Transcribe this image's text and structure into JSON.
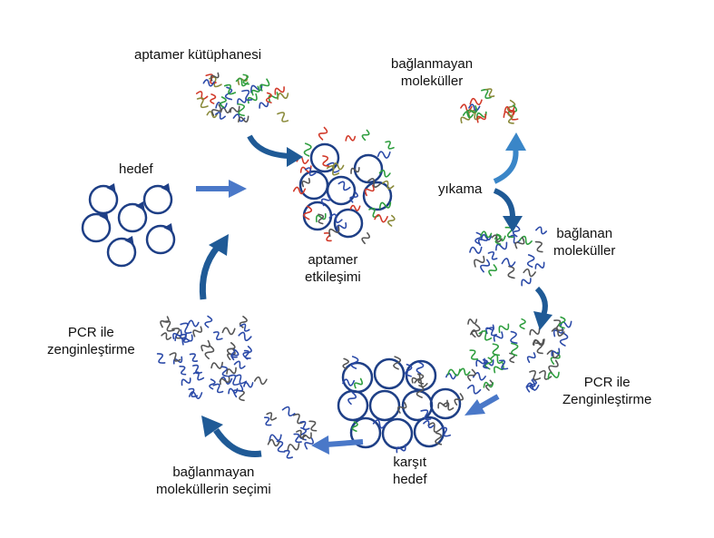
{
  "labels": {
    "aptamer_library": "aptamer kütüphanesi",
    "unbound_top_line1": "bağlanmayan",
    "unbound_top_line2": "moleküller",
    "target": "hedef",
    "interaction_line1": "aptamer",
    "interaction_line2": "etkileşimi",
    "wash": "yıkama",
    "bound_line1": "bağlanan",
    "bound_line2": "moleküller",
    "pcr_right_line1": "PCR ile",
    "pcr_right_line2": "Zenginleştirme",
    "counter_target_line1": "karşıt",
    "counter_target_line2": "hedef",
    "unbound_selection_line1": "bağlanmayan",
    "unbound_selection_line2": "moleküllerin seçimi",
    "pcr_left_line1": "PCR ile",
    "pcr_left_line2": "zenginleştirme"
  },
  "colors": {
    "arrow_dark": "#1f5a96",
    "arrow_light": "#4a78c8",
    "circle_stroke": "#1e3f86",
    "aptamer_blue": "#2b4aa8",
    "aptamer_green": "#2e9e3e",
    "aptamer_red": "#d23a2a",
    "aptamer_olive": "#8a8a3a",
    "aptamer_gray": "#555555"
  }
}
